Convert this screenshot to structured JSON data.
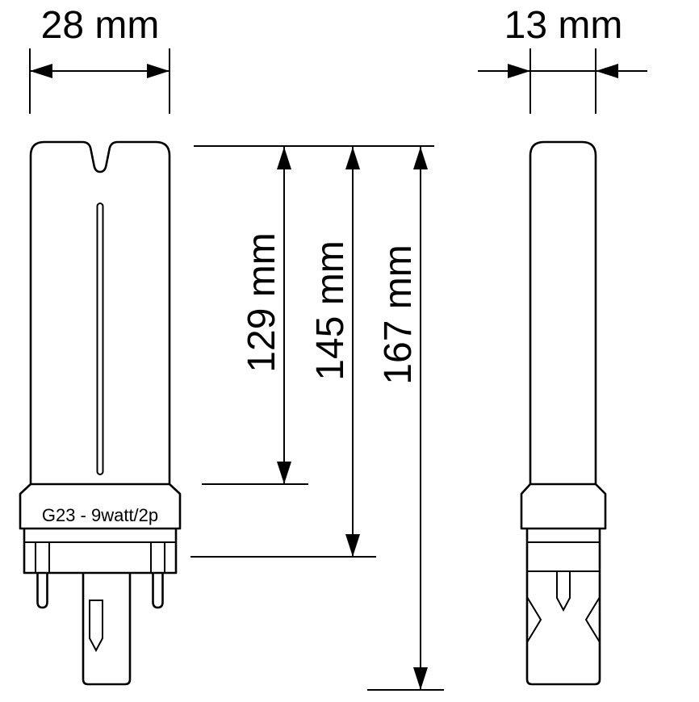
{
  "diagram": {
    "lamp": {
      "model_label": "G23 - 9watt/2p"
    },
    "dimensions": {
      "front_width": {
        "label": "28 mm",
        "value_mm": 28
      },
      "side_width": {
        "label": "13 mm",
        "value_mm": 13
      },
      "tube_length": {
        "label": "129 mm",
        "value_mm": 129
      },
      "base_length": {
        "label": "145 mm",
        "value_mm": 145
      },
      "total_length": {
        "label": "167 mm",
        "value_mm": 167
      }
    },
    "colors": {
      "line": "#000000",
      "background": "#ffffff"
    }
  }
}
